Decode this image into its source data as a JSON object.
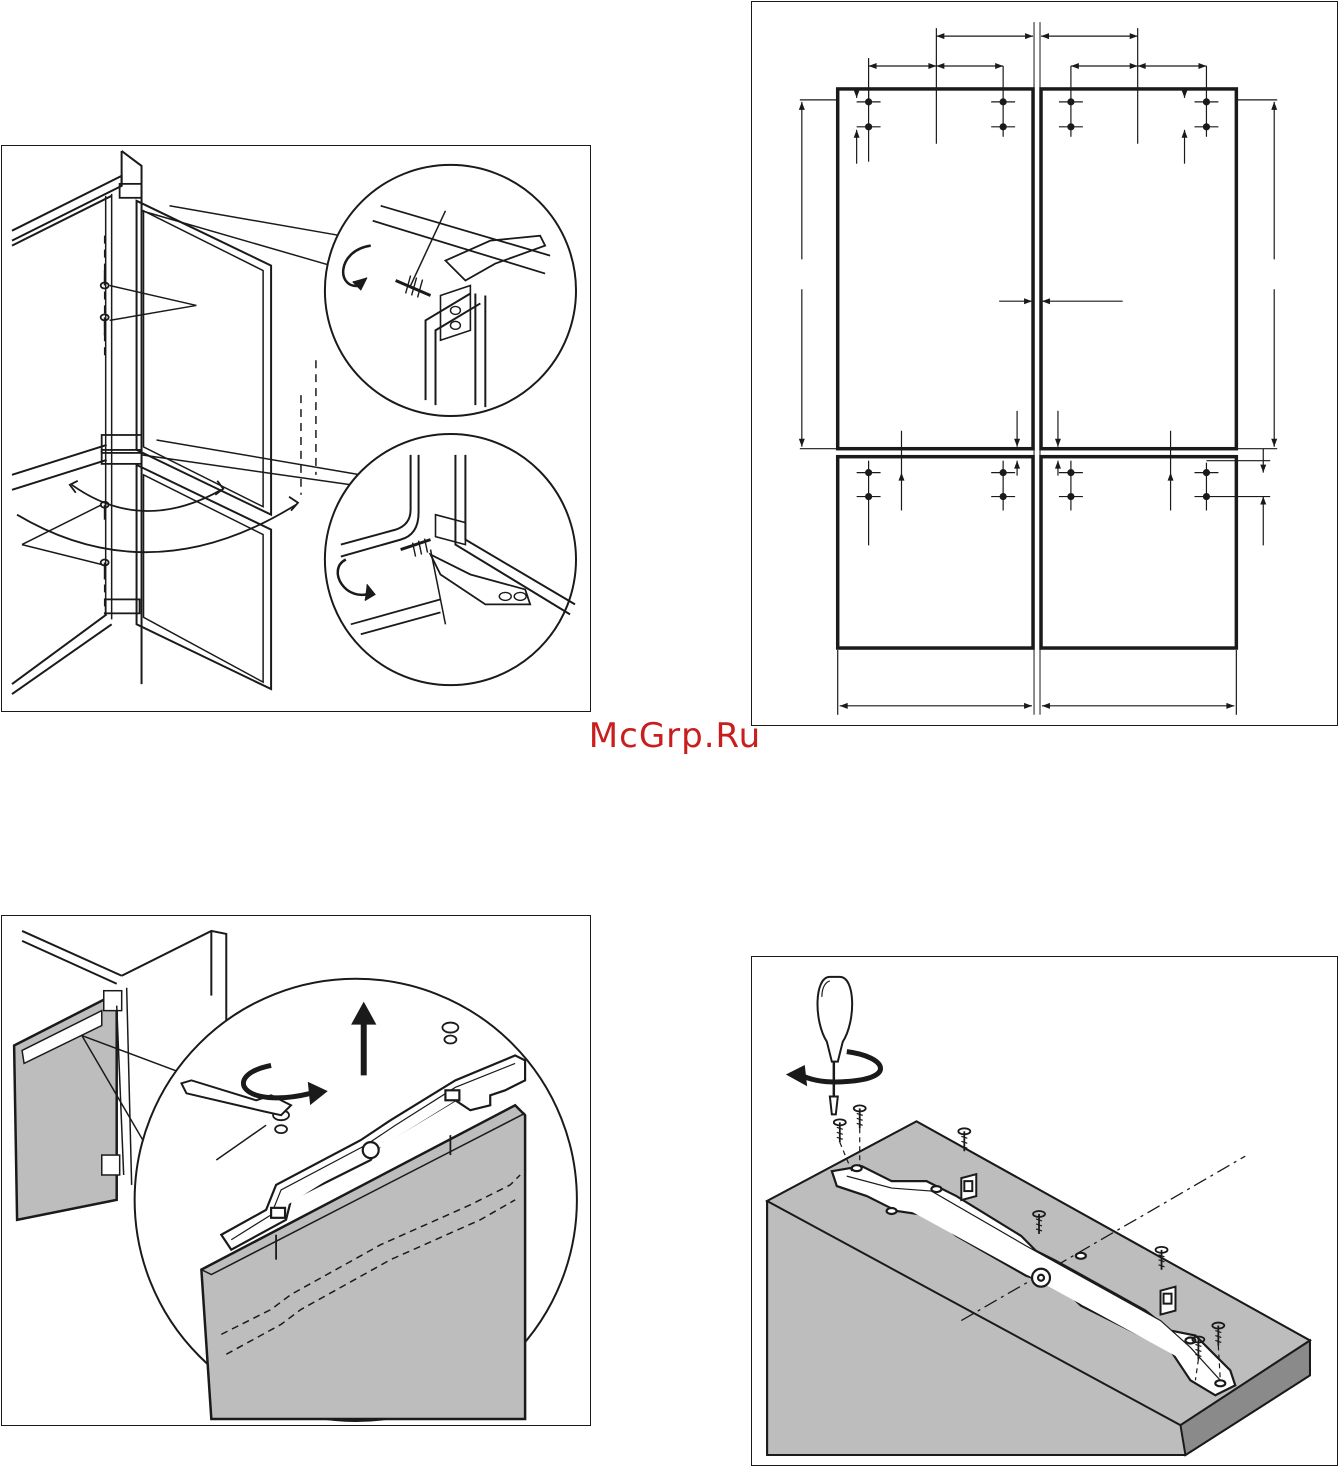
{
  "watermark": {
    "text": "McGrp.Ru",
    "color": "#c81e1e"
  },
  "figures": [
    {
      "id": "hinge-adjustment",
      "icons": [
        "door-panel-shape",
        "hinge-detail-magnifier",
        "rotate-arrow-icon",
        "screw-icon"
      ]
    },
    {
      "id": "door-dimension-layout",
      "icons": [
        "door-panel-shape",
        "dimension-arrow",
        "mounting-hole-mark"
      ]
    },
    {
      "id": "door-bracket-removal",
      "icons": [
        "wrench-icon",
        "rotate-arrow-icon",
        "up-arrow-icon",
        "mounting-bracket-shape"
      ]
    },
    {
      "id": "bracket-screw-fixing",
      "icons": [
        "screwdriver-icon",
        "rotate-arrow-icon",
        "screw-icon",
        "mounting-bracket-shape"
      ]
    }
  ],
  "colors": {
    "line": "#1a1a1a",
    "panel_gray": "#bdbdbd",
    "dark_gray": "#8a8a8a"
  }
}
